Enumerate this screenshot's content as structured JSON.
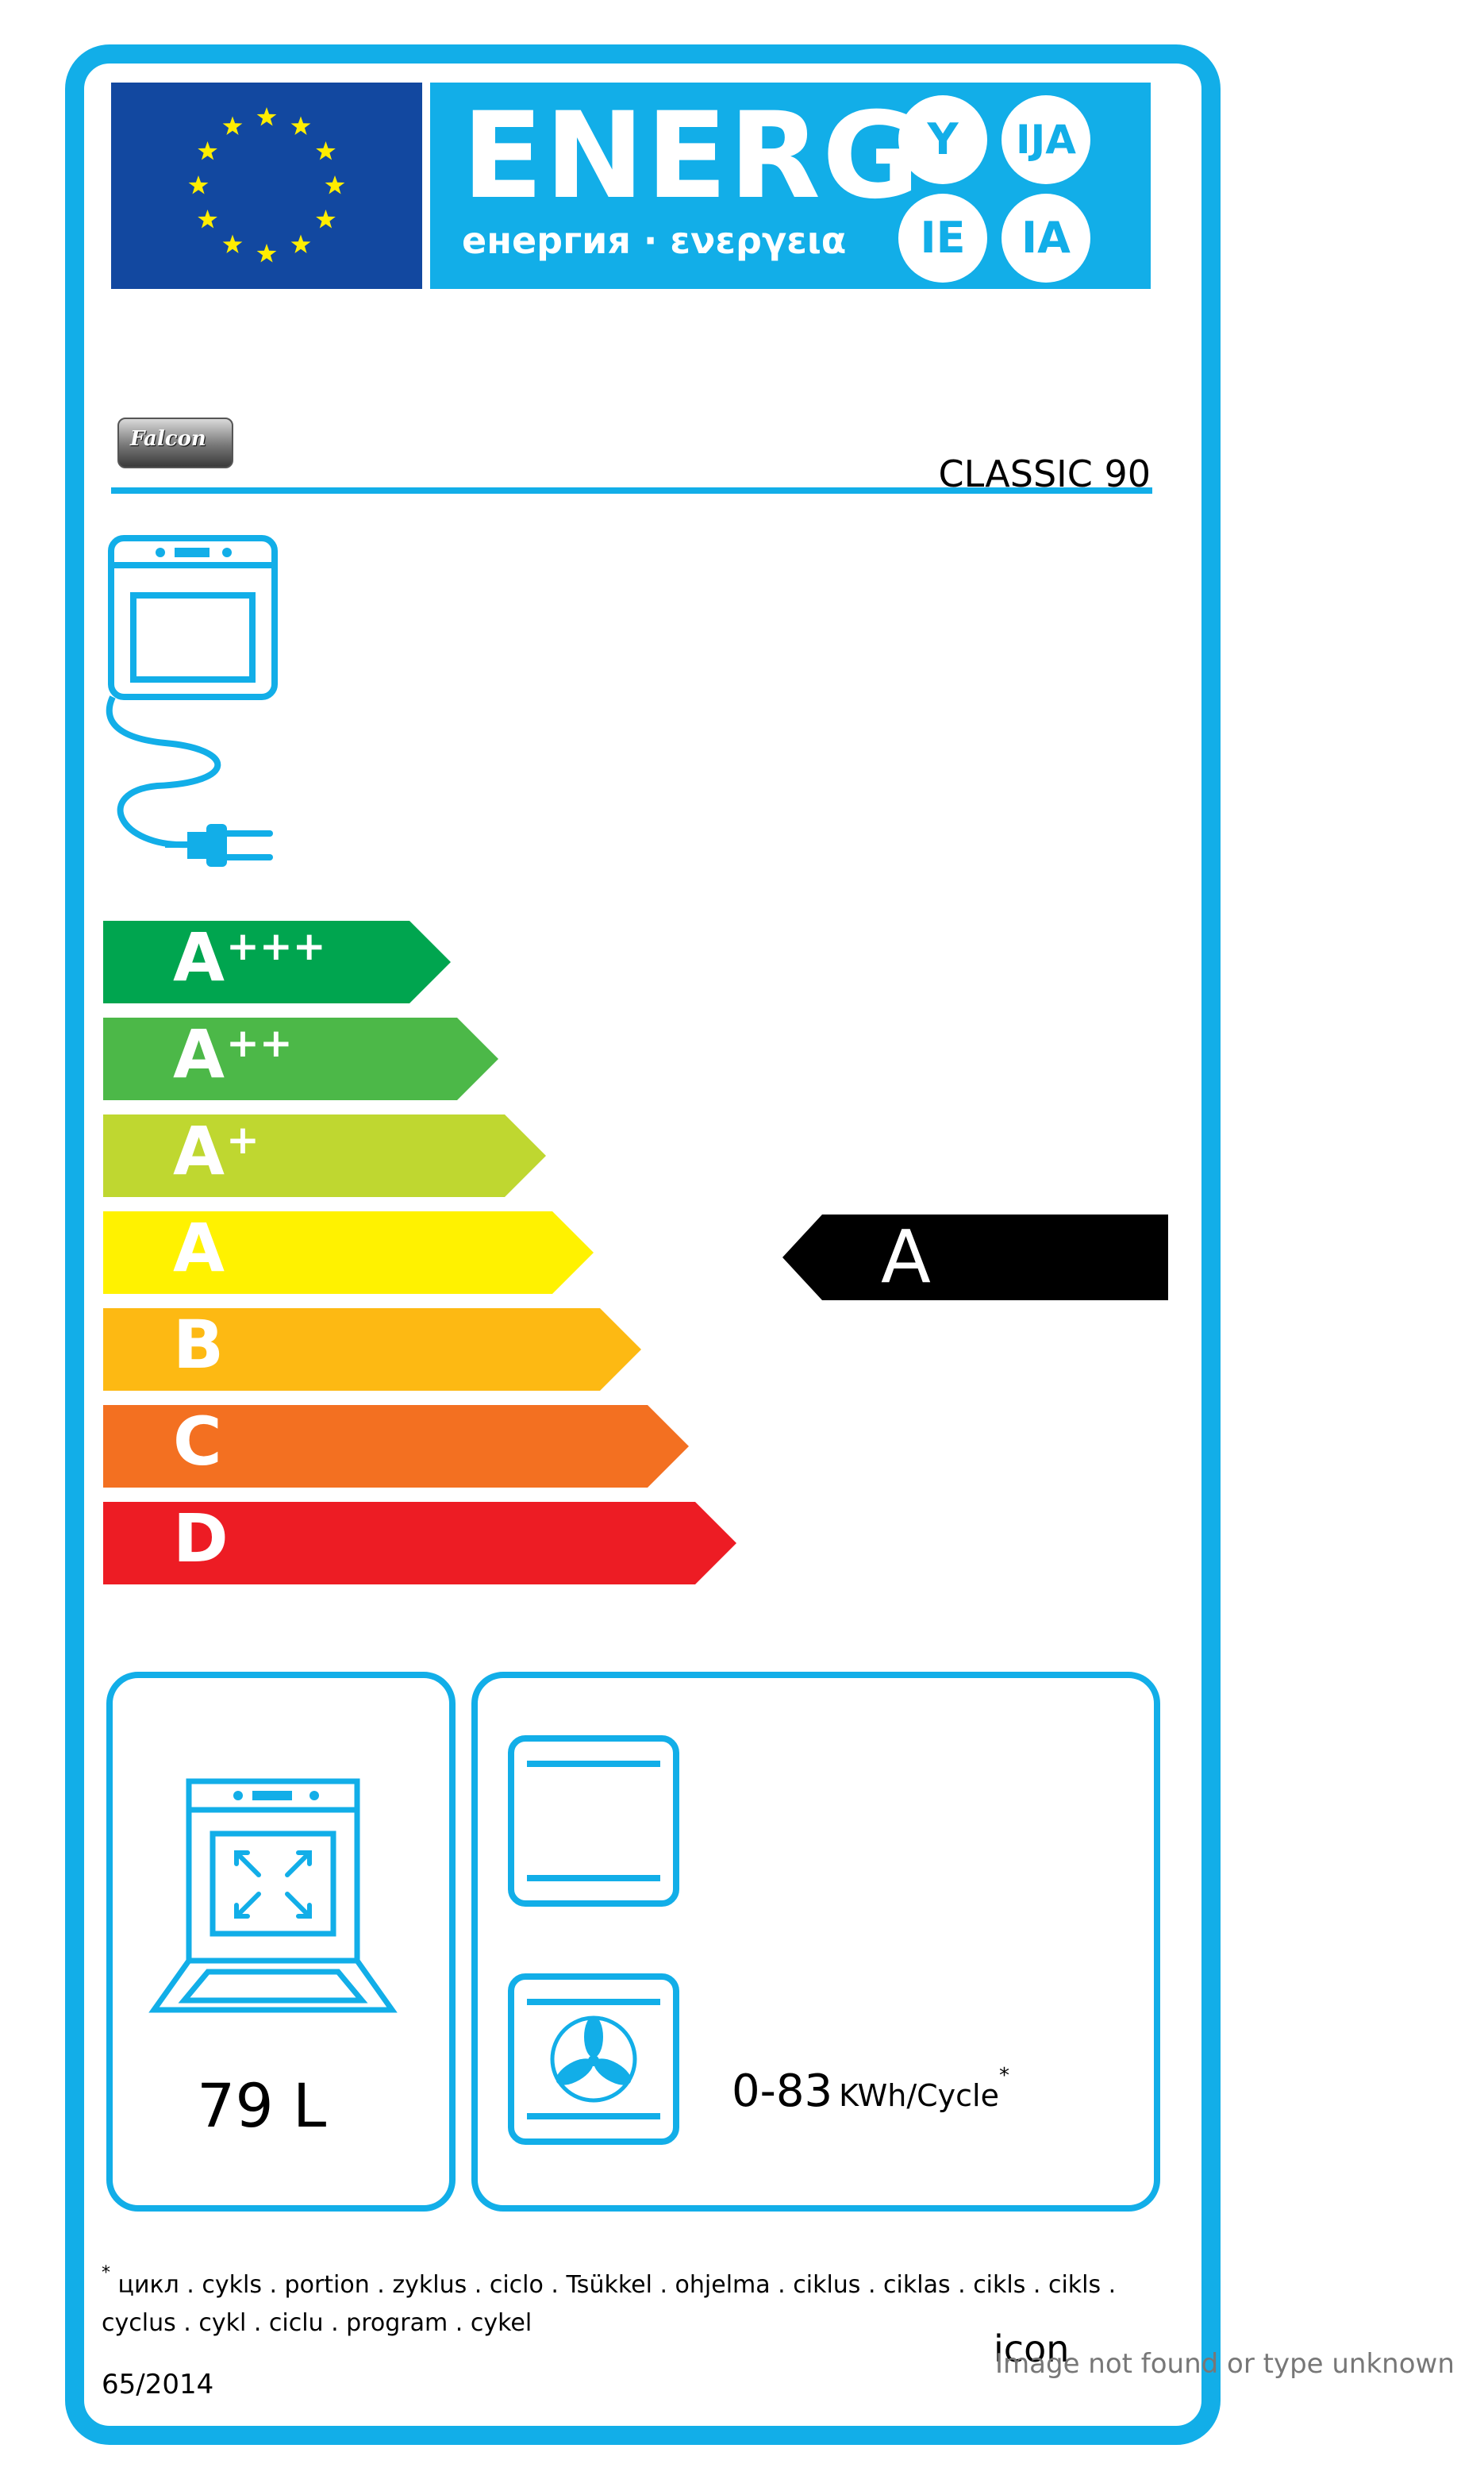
{
  "header": {
    "energy_word": "ENERG",
    "energy_subtitle": "енергия · ενεργεια",
    "suffixes": [
      "Y",
      "IJA",
      "IE",
      "IA"
    ]
  },
  "brand": {
    "logo_text": "Falcon"
  },
  "model": "CLASSIC 90",
  "scale": [
    {
      "letter": "A",
      "plus": "+++",
      "color": "#00a54f"
    },
    {
      "letter": "A",
      "plus": "++",
      "color": "#4cb848"
    },
    {
      "letter": "A",
      "plus": "+",
      "color": "#bfd730"
    },
    {
      "letter": "A",
      "plus": "",
      "color": "#fff200"
    },
    {
      "letter": "B",
      "plus": "",
      "color": "#fdb913"
    },
    {
      "letter": "C",
      "plus": "",
      "color": "#f37021"
    },
    {
      "letter": "D",
      "plus": "",
      "color": "#ed1c24"
    }
  ],
  "rating": {
    "class": "A"
  },
  "volume": "79 L",
  "consumption": {
    "value": "0-83",
    "unit": "KWh/Cycle",
    "marker": "*"
  },
  "footnote": {
    "marker": "*",
    "text": "цикл . cykls . portion . zyklus . ciclo . Tsükkel . ohjelma . ciklus . ciklas . cikls . cikls . cyclus . cykl . ciclu . program . cykel"
  },
  "regulation": "65/2014",
  "image_placeholder": {
    "alt": "icon",
    "message": "Image not found or type unknown"
  },
  "colors": {
    "accent": "#12aee8",
    "eu_blue": "#1248a0",
    "eu_star": "#ffed00",
    "rating_arrow": "#000000"
  }
}
